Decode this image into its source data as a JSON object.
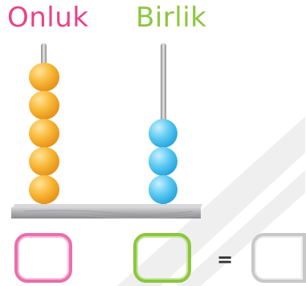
{
  "tens_label": "Onluk",
  "ones_label": "Birlik",
  "equals_sign": "=",
  "colors": {
    "tens_label": "#e8428a",
    "ones_label": "#8cc63f",
    "tens_bead": "#f7b42c",
    "ones_bead": "#4fc3ef",
    "tens_box": "#e96fae",
    "ones_box": "#8cc63f",
    "result_box": "#c8c8c8",
    "base": "#a9a9ab",
    "watermark": "#dcdcdc"
  },
  "abacus": {
    "tens_bead_count": 5,
    "ones_bead_count": 3
  }
}
